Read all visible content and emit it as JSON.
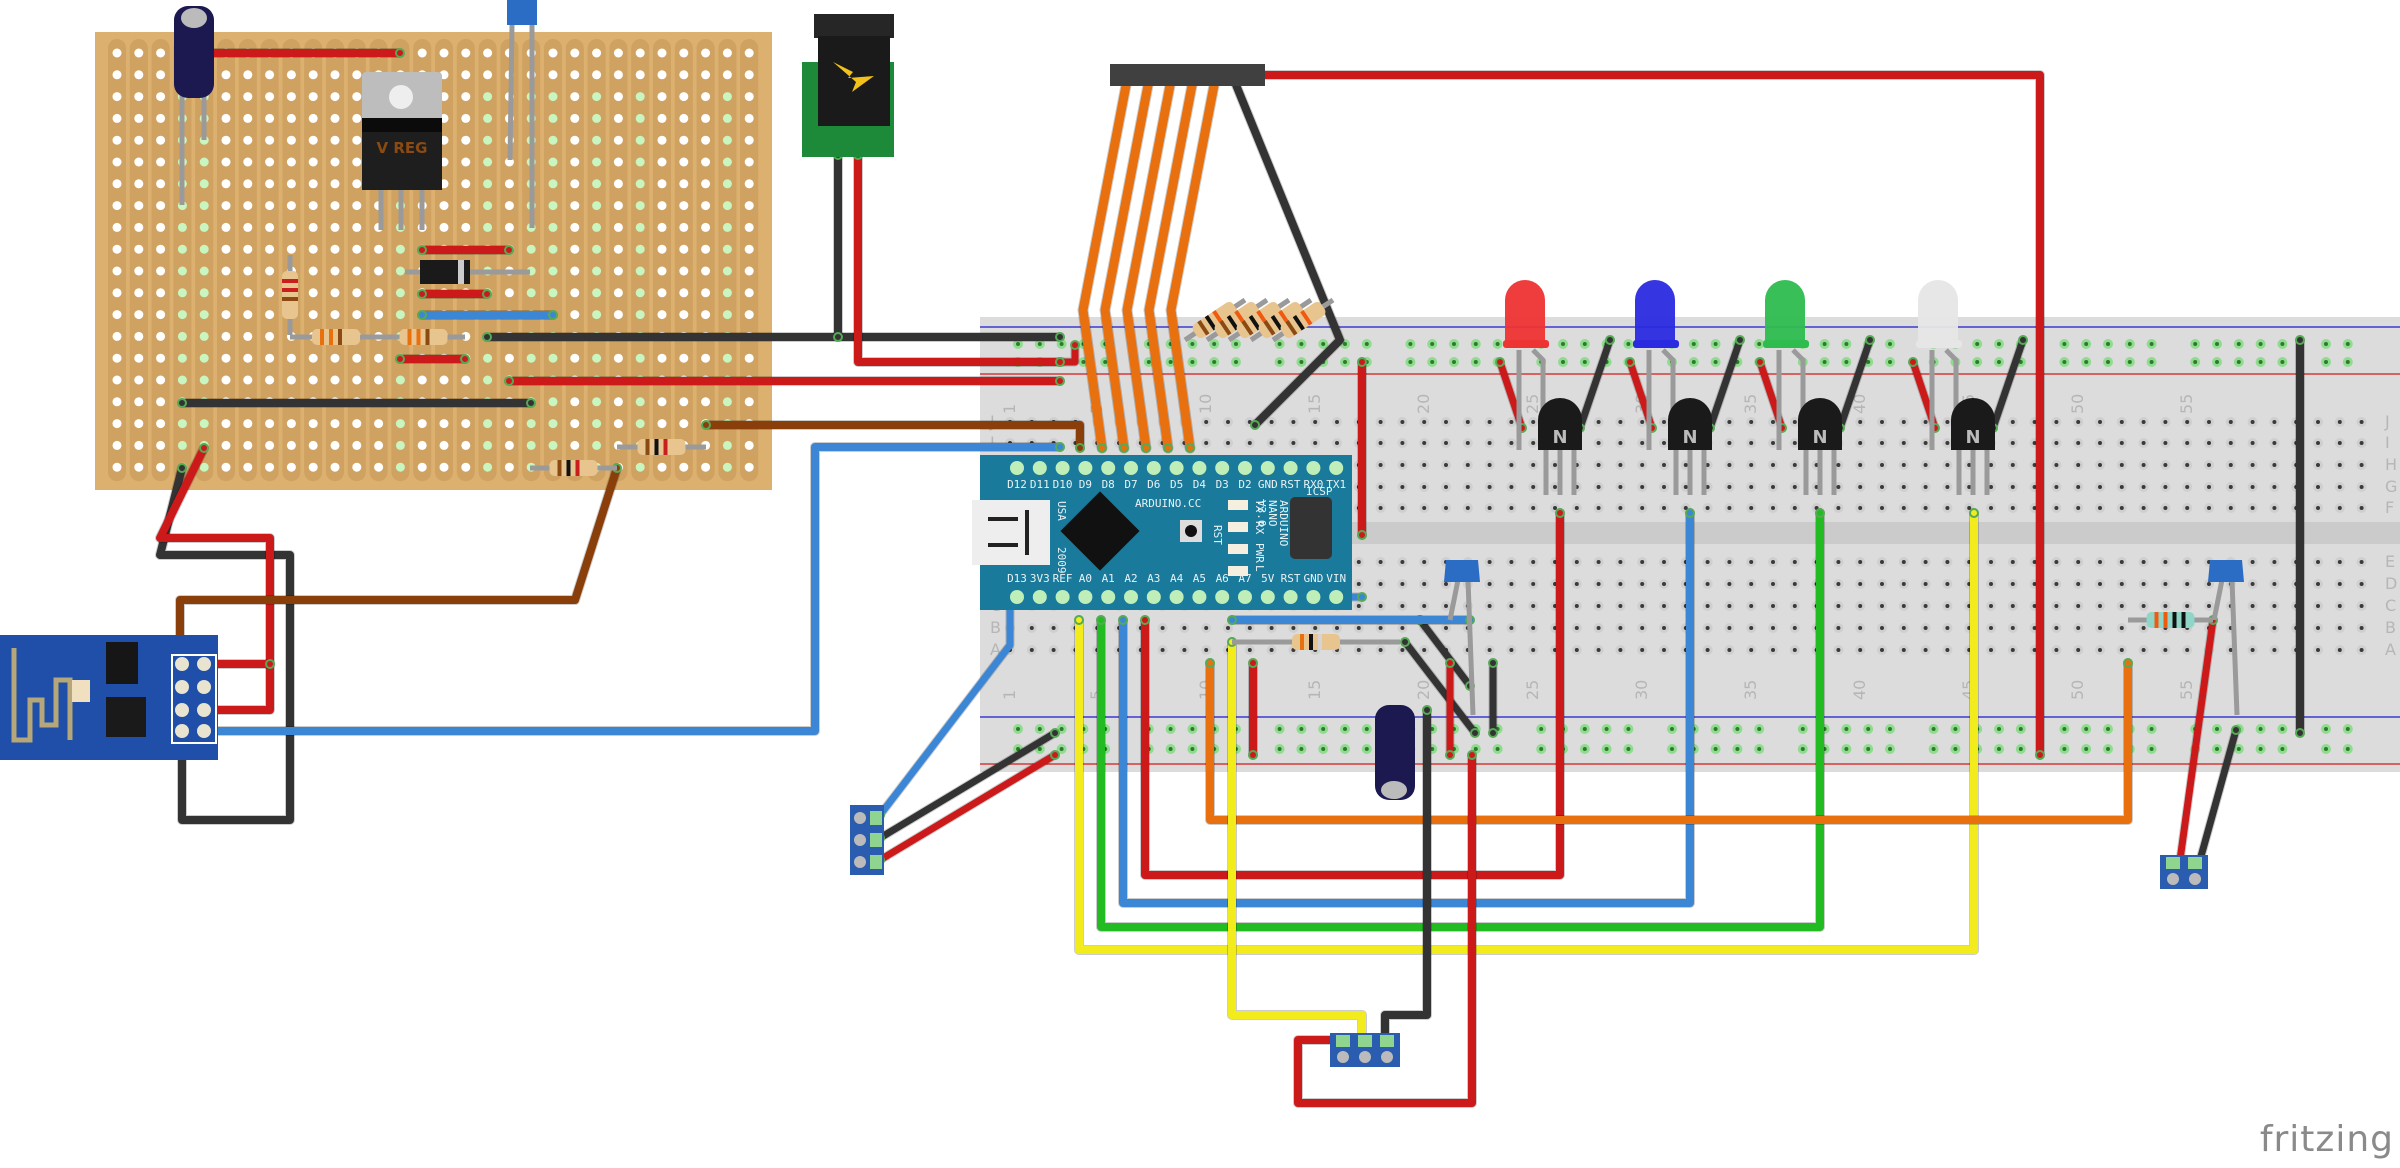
{
  "app": {
    "logo": "fritzing"
  },
  "colors": {
    "stripboard": "#dcb06e",
    "strip": "#cfa261",
    "breadboard": "#dcdcdc",
    "breadboard_channel": "#cbcbcb",
    "rail_blue": "#3b3bd0",
    "rail_red": "#d43a3a",
    "hole_dark": "#3a3a3a",
    "hole_green": "#2f7a2f",
    "hole_halo": "#8fdc8f",
    "arduino": "#1a7a9c",
    "esp": "#1f4fa8",
    "wire_red": "#cc1a1a",
    "wire_black": "#333333",
    "wire_orange": "#e8700f",
    "wire_blue": "#3c86d6",
    "wire_green": "#22bb22",
    "wire_yellow": "#f2ec1c",
    "wire_brown": "#8a3e0a",
    "led_red": "#ee3333",
    "led_blue": "#2a2ae0",
    "led_green": "#2ebc4f",
    "led_white": "#e6e6e6",
    "transistor": "#1a1a1a",
    "capacitor_ceramic": "#2b6cc4",
    "capacitor_electrolytic": "#1c1850",
    "terminal_block": "#2a5cb0",
    "dc_jack_board": "#1d8a3a"
  },
  "stripboard": {
    "columns": 30,
    "rows": 20
  },
  "breadboard": {
    "column_labels": [
      "1",
      "5",
      "10",
      "15",
      "20",
      "25",
      "30",
      "35",
      "40",
      "45",
      "50",
      "55"
    ],
    "row_labels_top": [
      "J",
      "I",
      "H",
      "G",
      "F"
    ],
    "row_labels_bottom": [
      "E",
      "D",
      "C",
      "B",
      "A"
    ]
  },
  "voltage_regulator": {
    "label": "V REG"
  },
  "arduino": {
    "top_pins": [
      "D12",
      "D11",
      "D10",
      "D9",
      "D8",
      "D7",
      "D6",
      "D5",
      "D4",
      "D3",
      "D2",
      "GND",
      "RST",
      "RX0",
      "TX1"
    ],
    "bottom_pins": [
      "D13",
      "3V3",
      "REF",
      "A0",
      "A1",
      "A2",
      "A3",
      "A4",
      "A5",
      "A6",
      "A7",
      "5V",
      "RST",
      "GND",
      "VIN"
    ],
    "brand": "ARDUINO.CC",
    "model": [
      "ARDUINO",
      "NANO",
      "V3.0"
    ],
    "icsp": "ICSP",
    "led_labels": [
      "TX",
      "RX",
      "PWR",
      "L"
    ],
    "reset_label": "RST",
    "usa": "USA",
    "year": "2009"
  },
  "leds": [
    {
      "name": "led-red",
      "color": "led_red"
    },
    {
      "name": "led-blue",
      "color": "led_blue"
    },
    {
      "name": "led-green",
      "color": "led_green"
    },
    {
      "name": "led-white",
      "color": "led_white"
    }
  ],
  "transistor_label": "N",
  "components": {
    "esp_module": "ESP-01",
    "dc_jack": "DC barrel jack",
    "header": "7-pin header",
    "terminal_3pin_left": "3-pin terminal",
    "terminal_3pin_bottom": "3-pin terminal",
    "terminal_2pin_right": "2-pin terminal"
  }
}
